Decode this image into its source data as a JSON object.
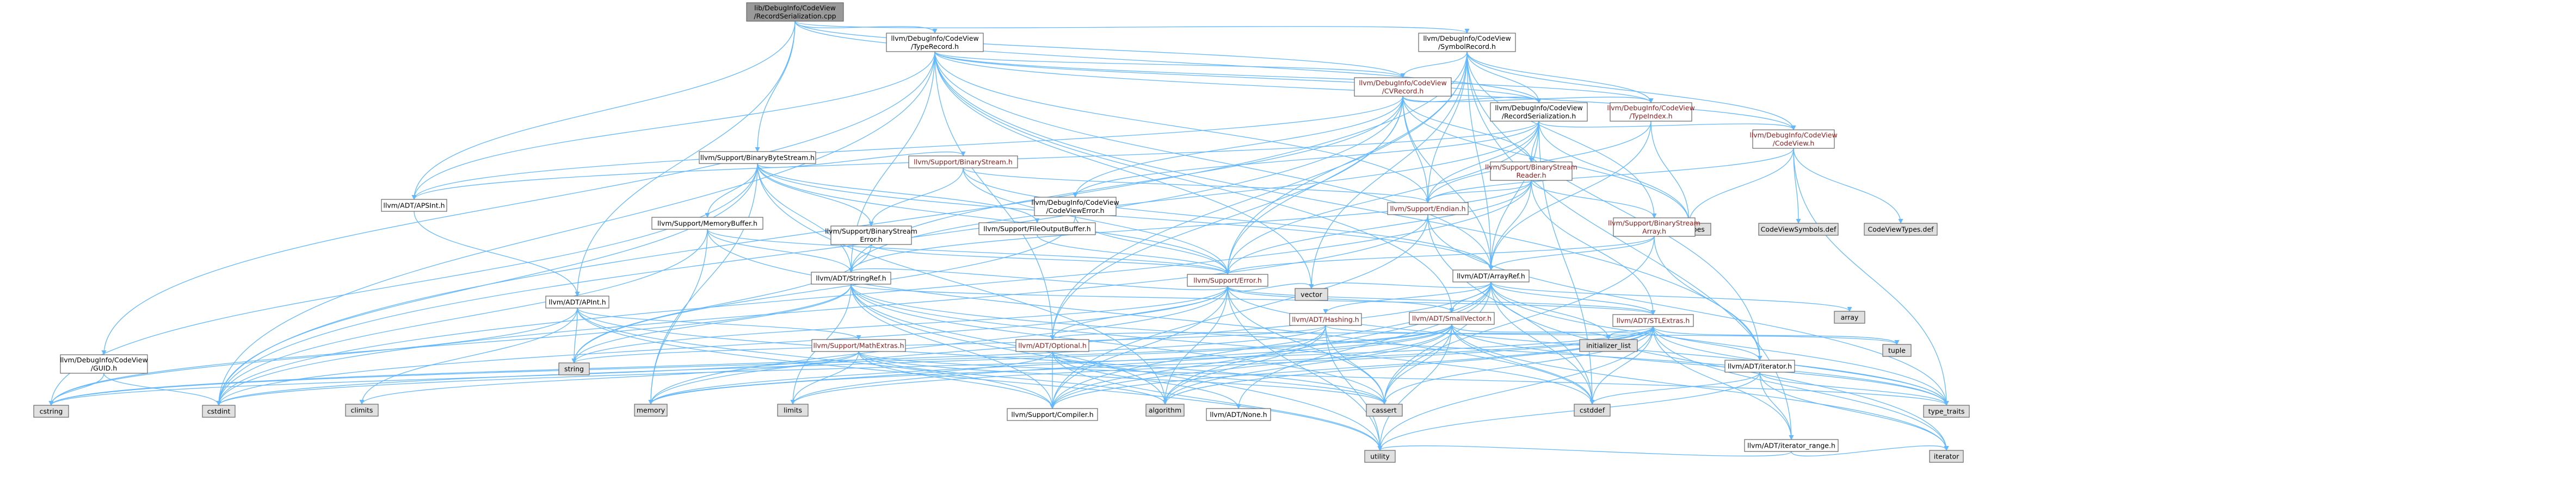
{
  "colors": {
    "edge": "#63b8ff",
    "edge_dark": "#404040",
    "focus_fill": "#999999",
    "node_fill": "#ffffff",
    "system_fill": "#e0e0e0",
    "text_default": "#000000",
    "text_link": "#8b1a1a"
  },
  "nodes": [
    {
      "id": "root",
      "lines": [
        "lib/DebugInfo/CodeView",
        "/RecordSerialization.cpp"
      ],
      "style": "focus"
    },
    {
      "id": "typerecord",
      "lines": [
        "llvm/DebugInfo/CodeView",
        "/TypeRecord.h"
      ],
      "style": "link"
    },
    {
      "id": "symbolrecord",
      "lines": [
        "llvm/DebugInfo/CodeView",
        "/SymbolRecord.h"
      ],
      "style": "link"
    },
    {
      "id": "cvrecord",
      "lines": [
        "llvm/DebugInfo/CodeView",
        "/CVRecord.h"
      ],
      "style": "link"
    },
    {
      "id": "recser",
      "lines": [
        "llvm/DebugInfo/CodeView",
        "/RecordSerialization.h"
      ],
      "style": "link"
    },
    {
      "id": "typeindex",
      "lines": [
        "llvm/DebugInfo/CodeView",
        "/TypeIndex.h"
      ],
      "style": "link"
    },
    {
      "id": "codeview",
      "lines": [
        "llvm/DebugInfo/CodeView",
        "/CodeView.h"
      ],
      "style": "link"
    },
    {
      "id": "binbytestream",
      "lines": [
        "llvm/Support/BinaryByteStream.h"
      ],
      "style": "link"
    },
    {
      "id": "apsint",
      "lines": [
        "llvm/ADT/APSInt.h"
      ],
      "style": "link"
    },
    {
      "id": "binstream",
      "lines": [
        "llvm/Support/BinaryStream.h"
      ],
      "style": "link"
    },
    {
      "id": "cverror",
      "lines": [
        "llvm/DebugInfo/CodeView",
        "/CodeViewError.h"
      ],
      "style": "link"
    },
    {
      "id": "bsreader",
      "lines": [
        "llvm/Support/BinaryStream",
        "Reader.h"
      ],
      "style": "link"
    },
    {
      "id": "endian",
      "lines": [
        "llvm/Support/Endian.h"
      ],
      "style": "link"
    },
    {
      "id": "cstdint",
      "lines": [
        "cinttypes"
      ],
      "style": "system"
    },
    {
      "id": "cvsymbols",
      "lines": [
        "CodeViewSymbols.def"
      ],
      "style": "system"
    },
    {
      "id": "cvtypes",
      "lines": [
        "CodeViewTypes.def"
      ],
      "style": "system"
    },
    {
      "id": "memorybuffer",
      "lines": [
        "llvm/Support/MemoryBuffer.h"
      ],
      "style": "link"
    },
    {
      "id": "bserror",
      "lines": [
        "llvm/Support/BinaryStream",
        "Error.h"
      ],
      "style": "link"
    },
    {
      "id": "fileoutbuf",
      "lines": [
        "llvm/Support/FileOutputBuffer.h"
      ],
      "style": "link"
    },
    {
      "id": "bsarray",
      "lines": [
        "llvm/Support/BinaryStream",
        "Array.h"
      ],
      "style": "link"
    },
    {
      "id": "stringref",
      "lines": [
        "llvm/ADT/StringRef.h"
      ],
      "style": "link"
    },
    {
      "id": "error",
      "lines": [
        "llvm/Support/Error.h"
      ],
      "style": "link"
    },
    {
      "id": "arrayref",
      "lines": [
        "llvm/ADT/ArrayRef.h"
      ],
      "style": "link"
    },
    {
      "id": "guid",
      "lines": [
        "llvm/DebugInfo/CodeView",
        "/GUID.h"
      ],
      "style": "link"
    },
    {
      "id": "apint",
      "lines": [
        "llvm/ADT/APInt.h"
      ],
      "style": "link"
    },
    {
      "id": "hashing",
      "lines": [
        "llvm/ADT/Hashing.h"
      ],
      "style": "link"
    },
    {
      "id": "smallvector",
      "lines": [
        "llvm/ADT/SmallVector.h"
      ],
      "style": "link"
    },
    {
      "id": "stlextras",
      "lines": [
        "llvm/ADT/STLExtras.h"
      ],
      "style": "link"
    },
    {
      "id": "vector",
      "lines": [
        "vector"
      ],
      "style": "system"
    },
    {
      "id": "array",
      "lines": [
        "array"
      ],
      "style": "system"
    },
    {
      "id": "mathextras",
      "lines": [
        "llvm/Support/MathExtras.h"
      ],
      "style": "link"
    },
    {
      "id": "optional",
      "lines": [
        "llvm/ADT/Optional.h"
      ],
      "style": "link"
    },
    {
      "id": "initlist",
      "lines": [
        "initializer_list"
      ],
      "style": "system"
    },
    {
      "id": "tuple",
      "lines": [
        "tuple"
      ],
      "style": "system"
    },
    {
      "id": "iterator",
      "lines": [
        "llvm/ADT/iterator.h"
      ],
      "style": "link"
    },
    {
      "id": "string",
      "lines": [
        "string"
      ],
      "style": "system"
    },
    {
      "id": "cstring",
      "lines": [
        "cstring"
      ],
      "style": "system"
    },
    {
      "id": "cstdint2",
      "lines": [
        "cstdint"
      ],
      "style": "system"
    },
    {
      "id": "climits",
      "lines": [
        "climits"
      ],
      "style": "system"
    },
    {
      "id": "memory",
      "lines": [
        "memory"
      ],
      "style": "system"
    },
    {
      "id": "limits",
      "lines": [
        "limits"
      ],
      "style": "system"
    },
    {
      "id": "compiler",
      "lines": [
        "llvm/Support/Compiler.h"
      ],
      "style": "link"
    },
    {
      "id": "algorithm",
      "lines": [
        "algorithm"
      ],
      "style": "system"
    },
    {
      "id": "none",
      "lines": [
        "llvm/ADT/None.h"
      ],
      "style": "link"
    },
    {
      "id": "cassert",
      "lines": [
        "cassert"
      ],
      "style": "system"
    },
    {
      "id": "cstddef",
      "lines": [
        "cstddef"
      ],
      "style": "system"
    },
    {
      "id": "iterrange",
      "lines": [
        "llvm/ADT/iterator_range.h"
      ],
      "style": "link"
    },
    {
      "id": "typetraits",
      "lines": [
        "type_traits"
      ],
      "style": "system"
    },
    {
      "id": "utility",
      "lines": [
        "utility"
      ],
      "style": "system"
    },
    {
      "id": "iteratorstd",
      "lines": [
        "iterator"
      ],
      "style": "system"
    }
  ],
  "edges": [
    [
      "root",
      "typerecord"
    ],
    [
      "root",
      "symbolrecord"
    ],
    [
      "root",
      "recser"
    ],
    [
      "root",
      "apsint"
    ],
    [
      "root",
      "binbytestream"
    ],
    [
      "root",
      "apint"
    ],
    [
      "root",
      "cvrecord"
    ],
    [
      "typerecord",
      "cvrecord"
    ],
    [
      "typerecord",
      "recser"
    ],
    [
      "typerecord",
      "typeindex"
    ],
    [
      "typerecord",
      "codeview"
    ],
    [
      "typerecord",
      "apsint"
    ],
    [
      "typerecord",
      "stringref"
    ],
    [
      "typerecord",
      "arrayref"
    ],
    [
      "typerecord",
      "guid"
    ],
    [
      "typerecord",
      "endian"
    ],
    [
      "typerecord",
      "optional"
    ],
    [
      "typerecord",
      "smallvector"
    ],
    [
      "typerecord",
      "cstdint2"
    ],
    [
      "typerecord",
      "vector"
    ],
    [
      "typerecord",
      "iterator"
    ],
    [
      "symbolrecord",
      "cvrecord"
    ],
    [
      "symbolrecord",
      "recser"
    ],
    [
      "symbolrecord",
      "typeindex"
    ],
    [
      "symbolrecord",
      "codeview"
    ],
    [
      "symbolrecord",
      "arrayref"
    ],
    [
      "symbolrecord",
      "bsarray"
    ],
    [
      "symbolrecord",
      "endian"
    ],
    [
      "symbolrecord",
      "error"
    ],
    [
      "symbolrecord",
      "optional"
    ],
    [
      "symbolrecord",
      "iterrange"
    ],
    [
      "symbolrecord",
      "cstdint2"
    ],
    [
      "symbolrecord",
      "vector"
    ],
    [
      "symbolrecord",
      "iterator"
    ],
    [
      "cvrecord",
      "cverror"
    ],
    [
      "cvrecord",
      "recser"
    ],
    [
      "cvrecord",
      "typeindex"
    ],
    [
      "cvrecord",
      "bsreader"
    ],
    [
      "cvrecord",
      "endian"
    ],
    [
      "cvrecord",
      "error"
    ],
    [
      "cvrecord",
      "arrayref"
    ],
    [
      "cvrecord",
      "optional"
    ],
    [
      "cvrecord",
      "cstdint2"
    ],
    [
      "cvrecord",
      "stringref"
    ],
    [
      "cvrecord",
      "apsint"
    ],
    [
      "cvrecord",
      "cstdint"
    ],
    [
      "recser",
      "codeview"
    ],
    [
      "recser",
      "cverror"
    ],
    [
      "recser",
      "bsreader"
    ],
    [
      "recser",
      "endian"
    ],
    [
      "recser",
      "error"
    ],
    [
      "recser",
      "arrayref"
    ],
    [
      "recser",
      "stringref"
    ],
    [
      "recser",
      "apsint"
    ],
    [
      "recser",
      "cstdint"
    ],
    [
      "recser",
      "cstddef"
    ],
    [
      "typeindex",
      "endian"
    ],
    [
      "typeindex",
      "cstdint"
    ],
    [
      "typeindex",
      "arrayref"
    ],
    [
      "codeview",
      "cvsymbols"
    ],
    [
      "codeview",
      "cvtypes"
    ],
    [
      "codeview",
      "endian"
    ],
    [
      "codeview",
      "cstdint"
    ],
    [
      "codeview",
      "typetraits"
    ],
    [
      "binbytestream",
      "arrayref"
    ],
    [
      "binbytestream",
      "stringref"
    ],
    [
      "binbytestream",
      "memorybuffer"
    ],
    [
      "binbytestream",
      "binstream"
    ],
    [
      "binbytestream",
      "bserror"
    ],
    [
      "binbytestream",
      "fileoutbuf"
    ],
    [
      "binbytestream",
      "error"
    ],
    [
      "binbytestream",
      "algorithm"
    ],
    [
      "binbytestream",
      "cstring"
    ],
    [
      "binbytestream",
      "memory"
    ],
    [
      "binbytestream",
      "cstdint2"
    ],
    [
      "apsint",
      "apint"
    ],
    [
      "binstream",
      "bserror"
    ],
    [
      "binstream",
      "endian"
    ],
    [
      "binstream",
      "error"
    ],
    [
      "binstream",
      "arrayref"
    ],
    [
      "cverror",
      "error"
    ],
    [
      "cverror",
      "string"
    ],
    [
      "bsreader",
      "arrayref"
    ],
    [
      "bsreader",
      "stringref"
    ],
    [
      "bsreader",
      "bsarray"
    ],
    [
      "bsreader",
      "endian"
    ],
    [
      "bsreader",
      "error"
    ],
    [
      "bsreader",
      "type_traits_dummy"
    ],
    [
      "bsreader",
      "stlextras"
    ],
    [
      "bsreader",
      "cstdint2"
    ],
    [
      "bsarray",
      "arrayref"
    ],
    [
      "bsarray",
      "iterator"
    ],
    [
      "bsarray",
      "error"
    ],
    [
      "bsarray",
      "cassert"
    ],
    [
      "endian",
      "cstddef"
    ],
    [
      "endian",
      "cstdint2"
    ],
    [
      "endian",
      "typetraits"
    ],
    [
      "endian",
      "compiler"
    ],
    [
      "memorybuffer",
      "stringref"
    ],
    [
      "memorybuffer",
      "error"
    ],
    [
      "memorybuffer",
      "cstddef"
    ],
    [
      "memorybuffer",
      "memory"
    ],
    [
      "memorybuffer",
      "cstdint2"
    ],
    [
      "bserror",
      "error"
    ],
    [
      "bserror",
      "string"
    ],
    [
      "fileoutbuf",
      "error"
    ],
    [
      "stringref",
      "stlextras"
    ],
    [
      "stringref",
      "compiler"
    ],
    [
      "stringref",
      "algorithm"
    ],
    [
      "stringref",
      "cassert"
    ],
    [
      "stringref",
      "cstddef"
    ],
    [
      "stringref",
      "cstring"
    ],
    [
      "stringref",
      "limits"
    ],
    [
      "stringref",
      "string"
    ],
    [
      "stringref",
      "typetraits"
    ],
    [
      "stringref",
      "utility"
    ],
    [
      "error",
      "stlextras"
    ],
    [
      "error",
      "stringref"
    ],
    [
      "error",
      "smallvector"
    ],
    [
      "error",
      "compiler"
    ],
    [
      "error",
      "optional"
    ],
    [
      "error",
      "algorithm"
    ],
    [
      "error",
      "cassert"
    ],
    [
      "error",
      "cstdint2"
    ],
    [
      "error",
      "cstdlib_dummy"
    ],
    [
      "error",
      "memory"
    ],
    [
      "error",
      "string"
    ],
    [
      "error",
      "vector"
    ],
    [
      "error",
      "typetraits"
    ],
    [
      "error",
      "utility"
    ],
    [
      "arrayref",
      "hashing"
    ],
    [
      "arrayref",
      "none"
    ],
    [
      "arrayref",
      "smallvector"
    ],
    [
      "arrayref",
      "stlextras"
    ],
    [
      "arrayref",
      "compiler"
    ],
    [
      "arrayref",
      "algorithm"
    ],
    [
      "arrayref",
      "array"
    ],
    [
      "arrayref",
      "cassert"
    ],
    [
      "arrayref",
      "cstddef"
    ],
    [
      "arrayref",
      "initlist"
    ],
    [
      "arrayref",
      "iteratorstd"
    ],
    [
      "arrayref",
      "memory"
    ],
    [
      "arrayref",
      "typetraits"
    ],
    [
      "arrayref",
      "vector"
    ],
    [
      "guid",
      "cstdint2"
    ],
    [
      "guid",
      "cstring"
    ],
    [
      "apint",
      "compiler"
    ],
    [
      "apint",
      "mathextras"
    ],
    [
      "apint",
      "cassert"
    ],
    [
      "apint",
      "climits"
    ],
    [
      "apint",
      "cstring"
    ],
    [
      "apint",
      "string"
    ],
    [
      "apint",
      "utility"
    ],
    [
      "hashing",
      "compiler"
    ],
    [
      "hashing",
      "algorithm"
    ],
    [
      "hashing",
      "cassert"
    ],
    [
      "hashing",
      "cstring"
    ],
    [
      "hashing",
      "string"
    ],
    [
      "hashing",
      "tuple"
    ],
    [
      "hashing",
      "utility"
    ],
    [
      "smallvector",
      "compiler"
    ],
    [
      "smallvector",
      "algorithm"
    ],
    [
      "smallvector",
      "cassert"
    ],
    [
      "smallvector",
      "cstddef"
    ],
    [
      "smallvector",
      "cstdint2"
    ],
    [
      "smallvector",
      "cstring"
    ],
    [
      "smallvector",
      "initlist"
    ],
    [
      "smallvector",
      "iteratorstd"
    ],
    [
      "smallvector",
      "limits"
    ],
    [
      "smallvector",
      "memory"
    ],
    [
      "smallvector",
      "typetraits"
    ],
    [
      "smallvector",
      "utility"
    ],
    [
      "stlextras",
      "optional"
    ],
    [
      "stlextras",
      "iterator"
    ],
    [
      "stlextras",
      "iterrange"
    ],
    [
      "stlextras",
      "compiler"
    ],
    [
      "stlextras",
      "algorithm"
    ],
    [
      "stlextras",
      "cassert"
    ],
    [
      "stlextras",
      "cstddef"
    ],
    [
      "stlextras",
      "cstdint2"
    ],
    [
      "stlextras",
      "initlist"
    ],
    [
      "stlextras",
      "iteratorstd"
    ],
    [
      "stlextras",
      "limits"
    ],
    [
      "stlextras",
      "memory"
    ],
    [
      "stlextras",
      "tuple"
    ],
    [
      "stlextras",
      "typetraits"
    ],
    [
      "stlextras",
      "utility"
    ],
    [
      "mathextras",
      "compiler"
    ],
    [
      "mathextras",
      "cassert"
    ],
    [
      "mathextras",
      "climits"
    ],
    [
      "mathextras",
      "cstring"
    ],
    [
      "mathextras",
      "limits"
    ],
    [
      "mathextras",
      "typetraits"
    ],
    [
      "mathextras",
      "algorithm"
    ],
    [
      "optional",
      "none"
    ],
    [
      "optional",
      "compiler"
    ],
    [
      "optional",
      "cassert"
    ],
    [
      "optional",
      "memory"
    ],
    [
      "optional",
      "new_dummy"
    ],
    [
      "optional",
      "utility"
    ],
    [
      "iterator",
      "iterrange"
    ],
    [
      "iterator",
      "cstddef"
    ],
    [
      "iterator",
      "iteratorstd"
    ],
    [
      "iterator",
      "typetraits"
    ],
    [
      "iterator",
      "utility"
    ],
    [
      "iterrange",
      "iteratorstd"
    ],
    [
      "iterrange",
      "utility"
    ]
  ]
}
